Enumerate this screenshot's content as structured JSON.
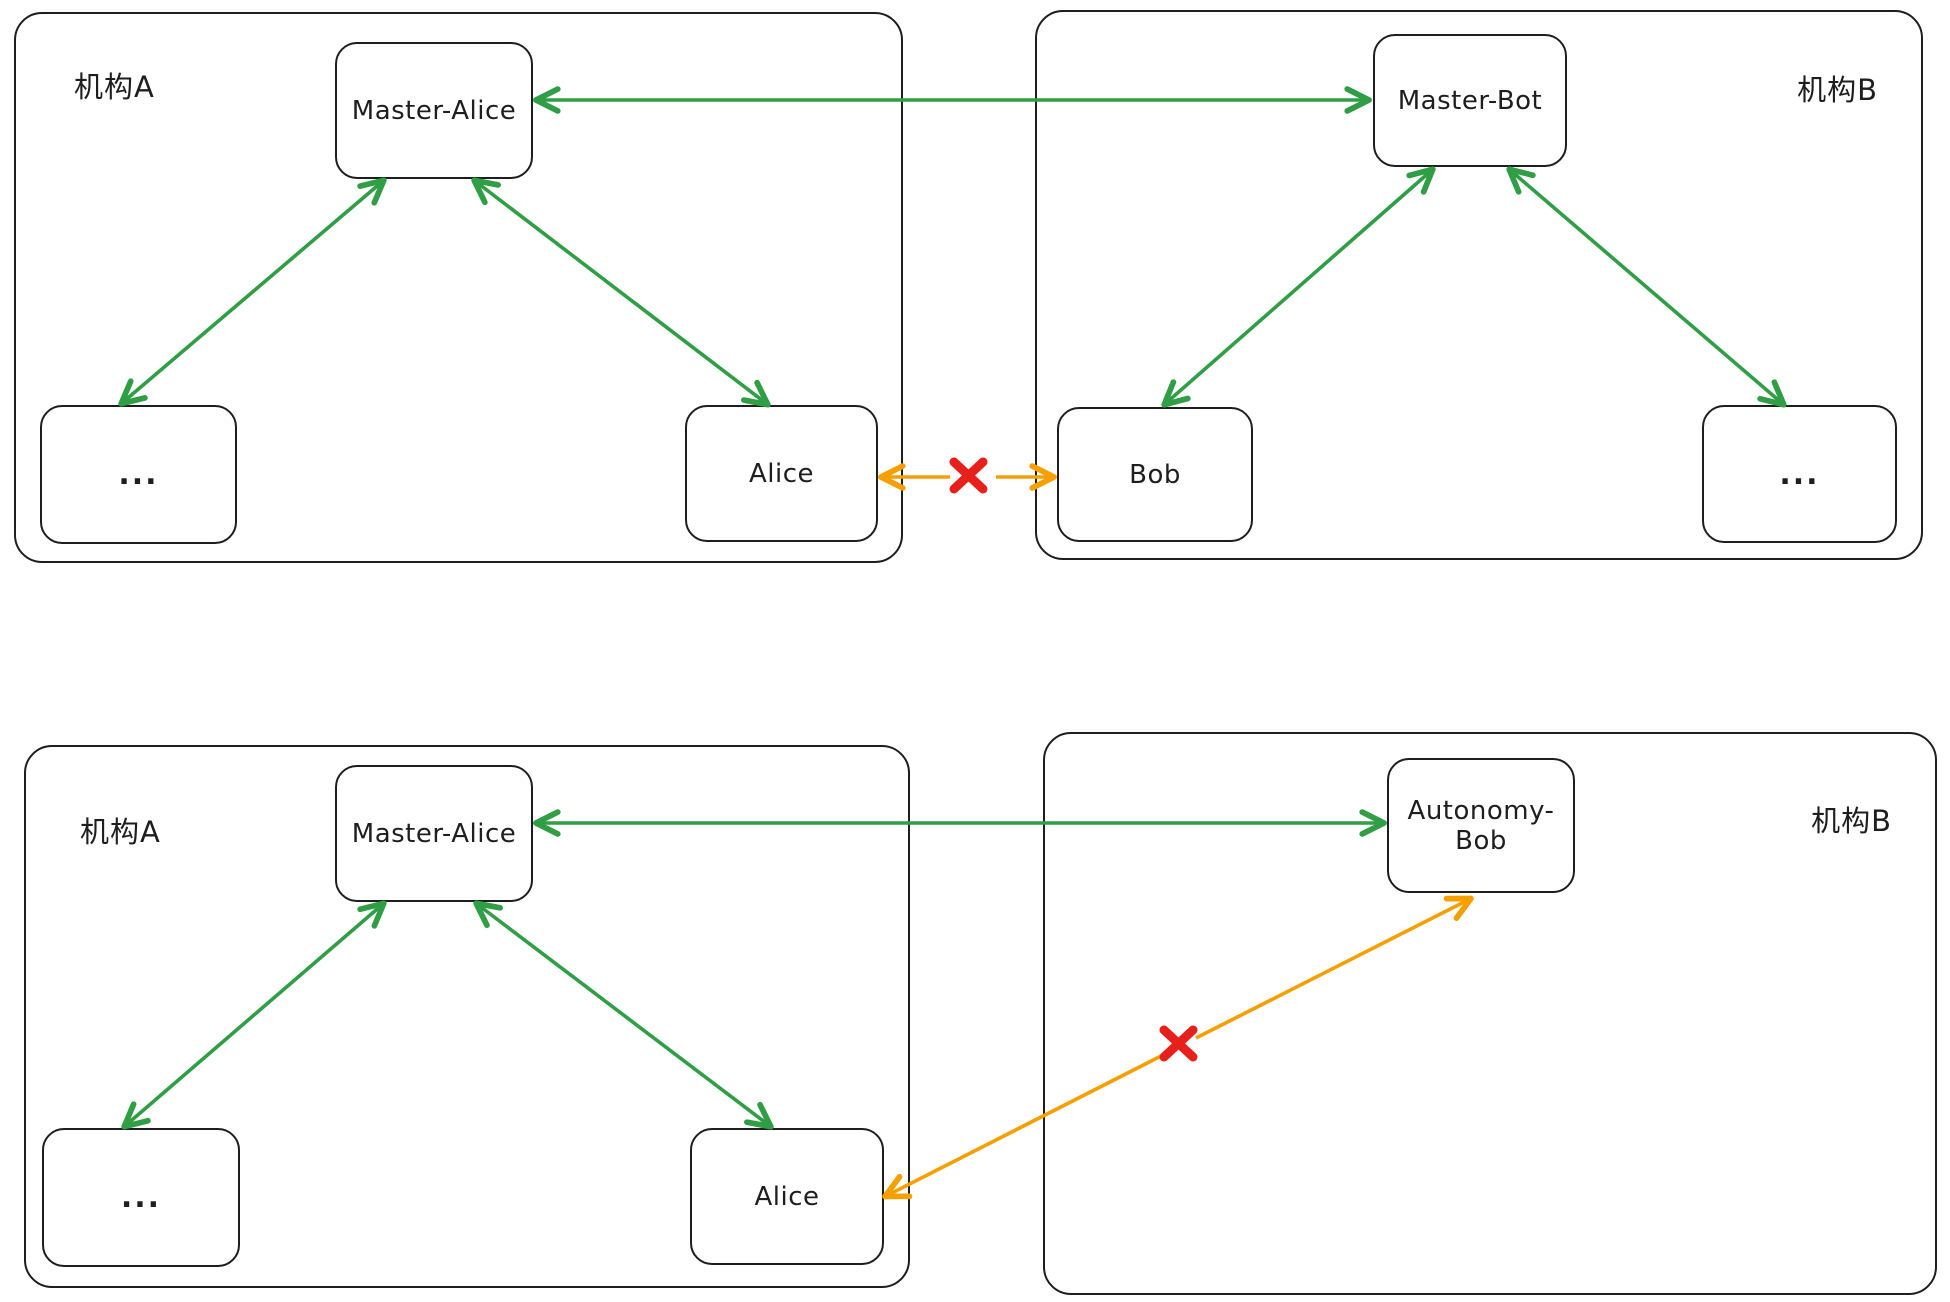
{
  "colors": {
    "stroke": "#1e1e1e",
    "green": "#2f9e44",
    "orange": "#f59f00",
    "red": "#e8201c",
    "background": "#ffffff"
  },
  "top_diagram": {
    "org_a": {
      "label": "机构A",
      "master": "Master-Alice",
      "child_other": "...",
      "child_alice": "Alice"
    },
    "org_b": {
      "label": "机构B",
      "master": "Master-Bot",
      "child_bob": "Bob",
      "child_other": "..."
    }
  },
  "bottom_diagram": {
    "org_a": {
      "label": "机构A",
      "master": "Master-Alice",
      "child_other": "...",
      "child_alice": "Alice"
    },
    "org_b": {
      "label": "机构B",
      "autonomy_node": "Autonomy-Bob"
    }
  }
}
